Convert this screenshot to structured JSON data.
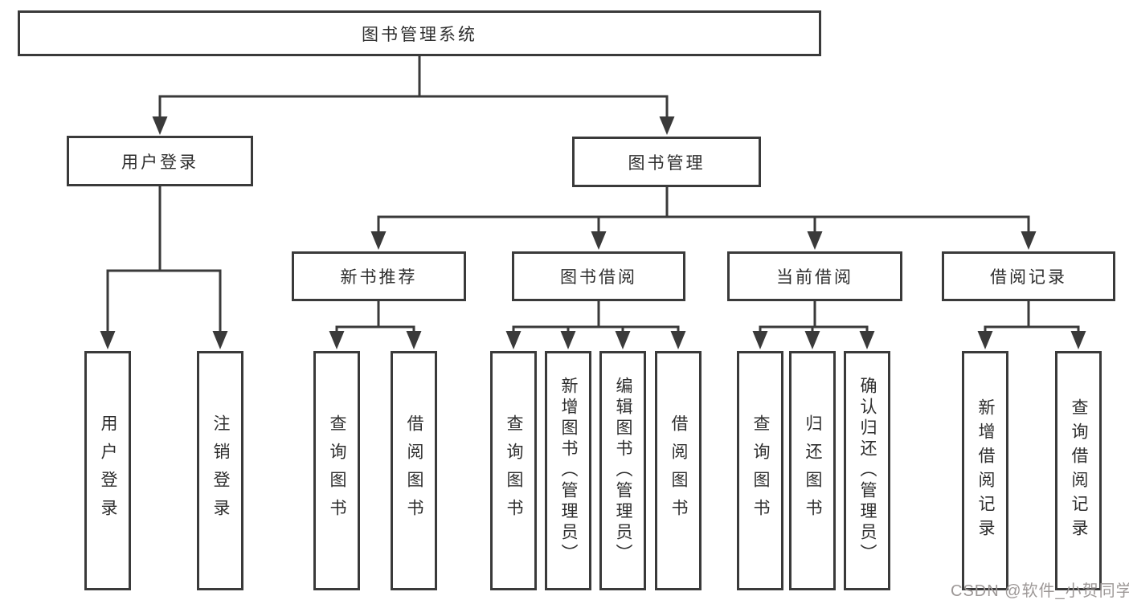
{
  "diagram": {
    "root": {
      "label": "图书管理系统"
    },
    "level2": [
      {
        "label": "用户登录",
        "leaves": [
          "用户登录",
          "注销登录"
        ]
      },
      {
        "label": "图书管理",
        "children": [
          {
            "label": "新书推荐",
            "leaves": [
              "查询图书",
              "借阅图书"
            ]
          },
          {
            "label": "图书借阅",
            "leaves": [
              "查询图书",
              "新增图书（管理员）",
              "编辑图书（管理员）",
              "借阅图书"
            ]
          },
          {
            "label": "当前借阅",
            "leaves": [
              "查询图书",
              "归还图书",
              "确认归还（管理员）"
            ]
          },
          {
            "label": "借阅记录",
            "leaves": [
              "新增借阅记录",
              "查询借阅记录"
            ]
          }
        ]
      }
    ]
  },
  "watermark": {
    "text": "CSDN @软件_小贺同学"
  },
  "colors": {
    "line": "#3a3a3a",
    "box_border": "#3a3a3a",
    "text": "#2e2e2e",
    "background": "#ffffff",
    "watermark": "#9d9897"
  }
}
